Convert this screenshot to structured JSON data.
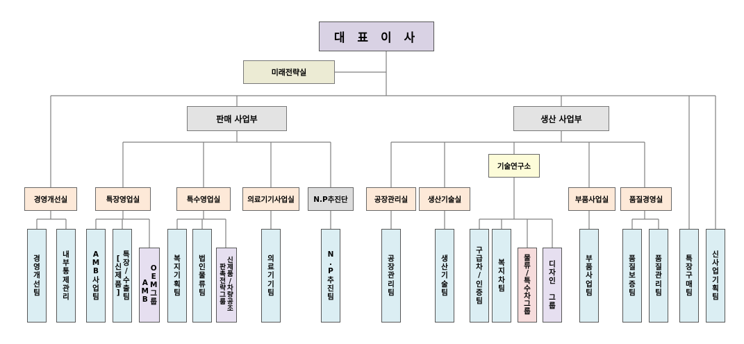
{
  "ceo": "대 표 이 사",
  "strategy_office": "미래전략실",
  "divisions": {
    "sales": "판매 사업부",
    "production": "생산 사업부"
  },
  "departments": {
    "mgmt_improve": "경영개선실",
    "special_sales": "특장영업실",
    "special_biz": "특수영업실",
    "medical": "의료기기사업실",
    "np": "N.P추진단",
    "factory": "공장관리실",
    "prod_tech": "생산기술실",
    "rnd": "기술연구소",
    "parts": "부품사업실",
    "quality": "품질경영실"
  },
  "teams": {
    "mgmt_improve_team": "경영개선팀",
    "internal_control": "내부통제관리",
    "amb_biz": "AMB사업팀",
    "special_export": [
      "특장/수출팀",
      "[신제품]"
    ],
    "amb_oem": [
      "OEM그룹",
      "AMB"
    ],
    "welfare_planning": "복지기획팀",
    "corp_logistics": "법인물류팀",
    "new_product": [
      "신제품/차량공조",
      "판촉전략그룹"
    ],
    "medical_team": "의료기기팀",
    "np_team": "N.P추진팀",
    "factory_team": "공장관리팀",
    "prod_tech_team": "생산기술팀",
    "rnd_cert": "구급차/인증팀",
    "welfare_car": "복지차팀",
    "logistics_special": "물류/특수차그룹",
    "design_group": "디자인 그룹",
    "parts_team": "부품사업팀",
    "quality_assure": "품질보증팀",
    "quality_mgmt": "품질관리팀",
    "special_purchase": "특장구매팀",
    "new_biz": "신사업기획팀"
  }
}
